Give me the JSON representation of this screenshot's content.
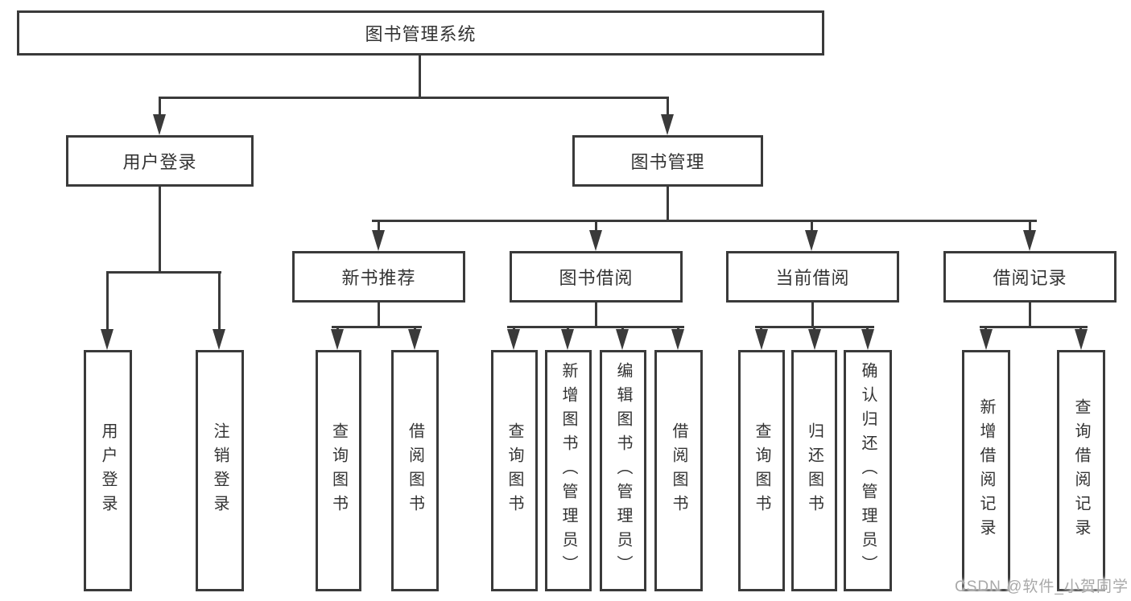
{
  "diagram": {
    "title": "图书管理系统",
    "branches": [
      {
        "label": "用户登录",
        "children": [
          {
            "label": "用户登录"
          },
          {
            "label": "注销登录"
          }
        ]
      },
      {
        "label": "图书管理",
        "children": [
          {
            "label": "新书推荐",
            "children": [
              {
                "label": "查询图书"
              },
              {
                "label": "借阅图书"
              }
            ]
          },
          {
            "label": "图书借阅",
            "children": [
              {
                "label": "查询图书"
              },
              {
                "label": "新增图书（管理员）"
              },
              {
                "label": "编辑图书（管理员）"
              },
              {
                "label": "借阅图书"
              }
            ]
          },
          {
            "label": "当前借阅",
            "children": [
              {
                "label": "查询图书"
              },
              {
                "label": "归还图书"
              },
              {
                "label": "确认归还（管理员）"
              }
            ]
          },
          {
            "label": "借阅记录",
            "children": [
              {
                "label": "新增借阅记录"
              },
              {
                "label": "查询借阅记录"
              }
            ]
          }
        ]
      }
    ]
  },
  "watermark": {
    "text": "CSDN @软件_小贺同学"
  },
  "colors": {
    "line": "#3a3a3a",
    "text": "#333333",
    "background": "#ffffff",
    "watermark": "#a9a9a9"
  }
}
